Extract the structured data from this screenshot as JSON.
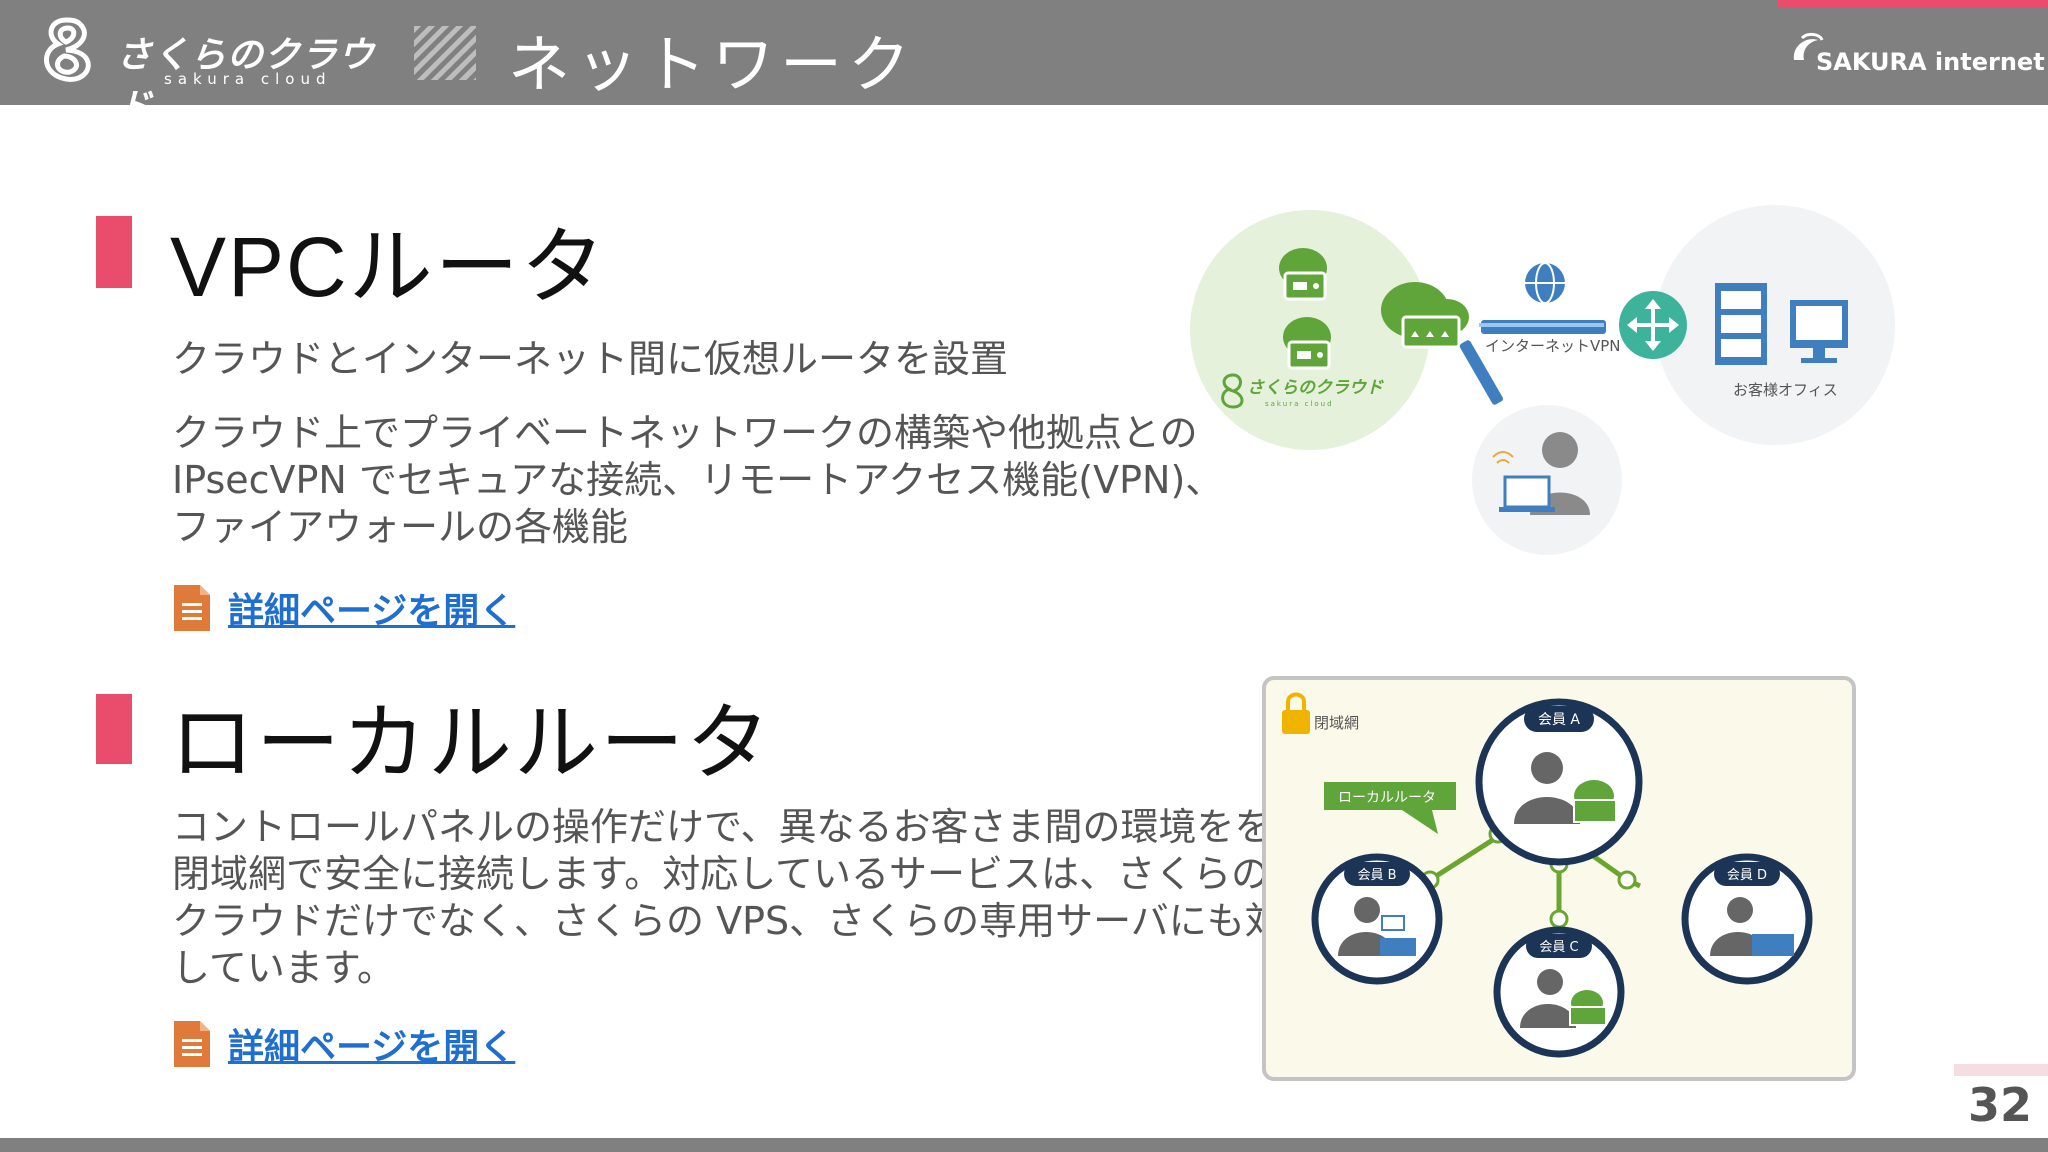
{
  "header": {
    "logo_ja": "さくらのクラウド",
    "logo_en": "sakura cloud",
    "title": "ネットワーク",
    "brand": "SAKURA internet"
  },
  "sections": [
    {
      "title": "VPCルータ",
      "subtitle": "クラウドとインターネット間に仮想ルータを設置",
      "description_lines": [
        "クラウド上でプライベートネットワークの構築や他拠点との",
        "IPsecVPN でセキュアな接続、リモートアクセス機能(VPN)、",
        "ファイアウォールの各機能"
      ],
      "link_label": "詳細ページを開く"
    },
    {
      "title": "ローカルルータ",
      "description_lines": [
        "コントロールパネルの操作だけで、異なるお客さま間の環境をを",
        "閉域網で安全に接続します。対応しているサービスは、さくらの",
        "クラウドだけでなく、さくらの VPS、さくらの専用サーバにも対応",
        "しています。"
      ],
      "link_label": "詳細ページを開く"
    }
  ],
  "vpc_diagram": {
    "cloud_logo": "さくらのクラウド",
    "cloud_logo_en": "sakura cloud",
    "vpn_label": "インターネットVPN",
    "office_label": "お客様オフィス"
  },
  "local_diagram": {
    "closed_network_label": "閉域網",
    "router_label": "ローカルルータ",
    "members": [
      "会員 A",
      "会員 B",
      "会員 C",
      "会員 D"
    ]
  },
  "page_number": "32",
  "colors": {
    "accent": "#e94d6b",
    "header": "#808080",
    "link": "#1e6fcf",
    "green": "#6aa62f"
  }
}
